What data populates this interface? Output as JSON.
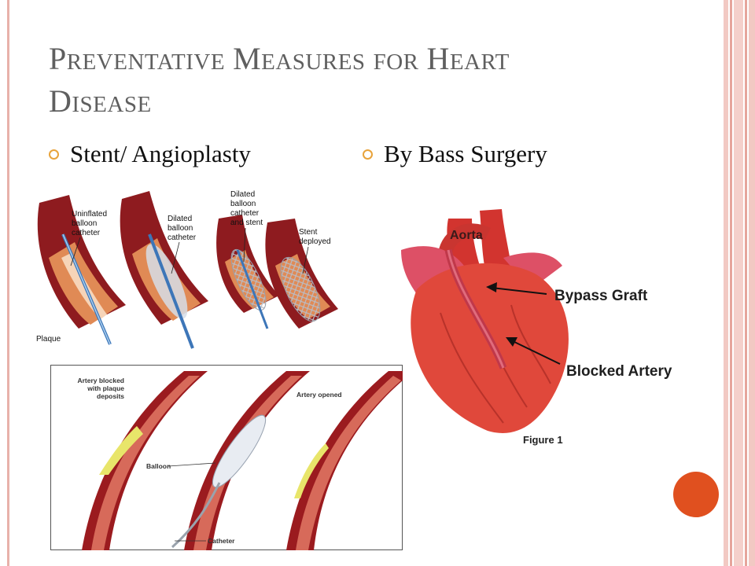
{
  "slide": {
    "title_words": [
      {
        "first": "P",
        "rest": "REVENTATIVE"
      },
      {
        "first": "M",
        "rest": "EASURES"
      },
      {
        "first": "",
        "rest": "FOR"
      },
      {
        "first": "H",
        "rest": "EART"
      },
      {
        "first": "D",
        "rest": "ISEASE"
      }
    ],
    "bullets": [
      {
        "label": "Stent/ Angioplasty"
      },
      {
        "label": "By Bass Surgery"
      }
    ]
  },
  "stent_figure": {
    "label_uninflated": [
      "Uninflated",
      "balloon",
      "catheter"
    ],
    "label_dilated": [
      "Dilated",
      "balloon",
      "catheter"
    ],
    "label_dilated_stent": [
      "Dilated",
      "balloon",
      "catheter",
      "and stent"
    ],
    "label_stent_deployed": [
      "Stent",
      "deployed"
    ],
    "label_plaque": "Plaque"
  },
  "angioplasty_figure": {
    "label_blocked": [
      "Artery blocked",
      "with plaque",
      "deposits"
    ],
    "label_opened": "Artery opened",
    "label_balloon": "Balloon",
    "label_catheter": "Catheter"
  },
  "heart_figure": {
    "label_aorta": "Aorta",
    "label_bypass": "Bypass Graft",
    "label_blocked": "Blocked Artery",
    "caption": "Figure 1"
  },
  "colors": {
    "accent_orange": "#e0501f",
    "bullet_ring": "#e8a33b",
    "title_gray": "#5f5f5f",
    "artery_red": "#9b1b1f",
    "heart_red": "#e0483b"
  }
}
